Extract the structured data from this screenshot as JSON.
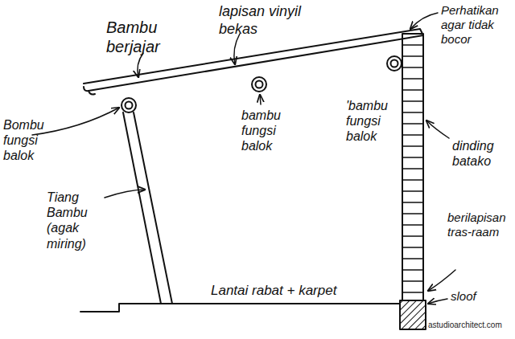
{
  "diagram": {
    "labels": [
      "Bambu berjajar",
      "lapisan vinyil bekas",
      "Perhatikan agar tidak bocor",
      "Bombu fungsi balok",
      "bambu fungsi balok",
      "'bambu fungsi balok",
      "dinding batako",
      "Tiang Bambu (agak miring)",
      "berilapisan tras-raam",
      "Lantai rabat + karpet",
      "sloof",
      "astudioarchitect.com"
    ]
  }
}
